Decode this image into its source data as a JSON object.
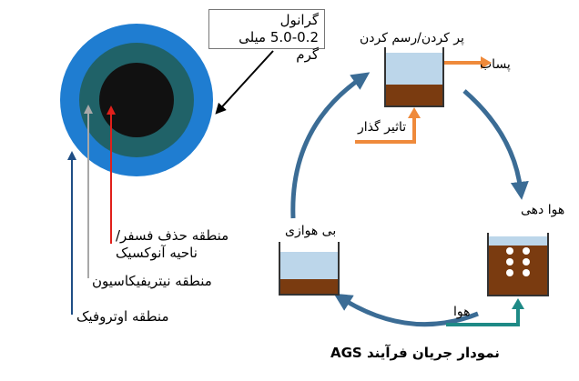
{
  "granule": {
    "title": "گرانول",
    "size": "5.0-0.2 میلی گرم"
  },
  "zones": {
    "phosphorus_removal": "منطقه حذف فسفر/",
    "anoxic": "ناحیه آنوکسیک",
    "nitrification": "منطقه نیتریفیکاسیون",
    "heterotrophic": "منطقه اوتروفیک"
  },
  "cycle": {
    "fill_draw": "پر کردن/رسم کردن",
    "effluent": "پساب",
    "influent": "تاثیر گذار",
    "aeration": "هوا دهی",
    "anaerobic": "بی هوازی",
    "air": "هوا"
  },
  "caption": "نمودار جریان فرآیند AGS",
  "colors": {
    "outer_ring": "#1f7dd1",
    "middle_ring": "#206268",
    "core": "#111111",
    "cycle_arrow": "#3b6c95",
    "orange": "#ef8a3b",
    "teal": "#1e8a86",
    "red_pointer": "#e0201b",
    "blue_pointer": "#1f4e85",
    "water": "#bcd6ea",
    "sludge": "#7a3b10"
  }
}
